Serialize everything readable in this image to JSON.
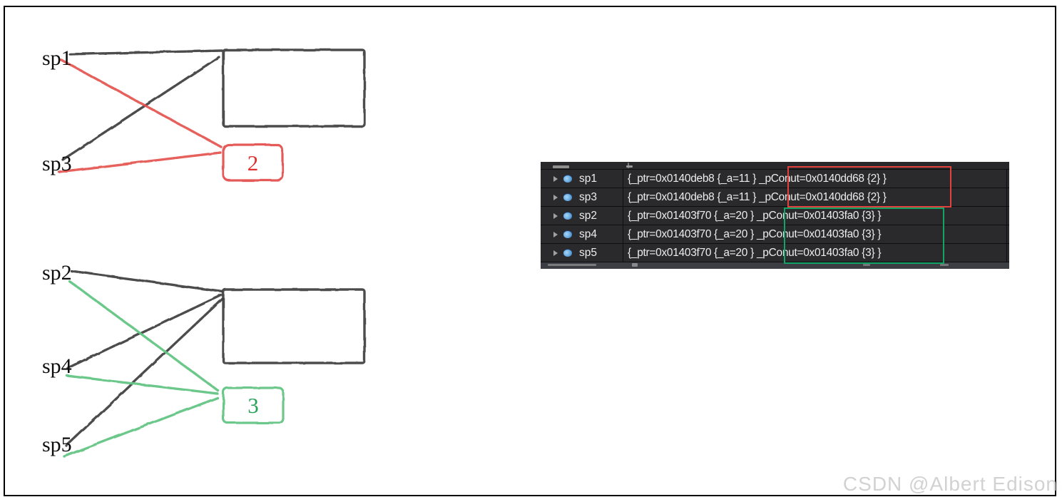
{
  "diagram": {
    "top_group": {
      "pointers": [
        "sp1",
        "sp3"
      ],
      "ref_count": "2",
      "line_color": "#3e3e3e",
      "accent_color": "#e4514f"
    },
    "bottom_group": {
      "pointers": [
        "sp2",
        "sp4",
        "sp5"
      ],
      "ref_count": "3",
      "line_color": "#3e3e3e",
      "accent_color": "#62c584"
    }
  },
  "watch_table": {
    "rows": [
      {
        "name": "sp1",
        "value": "{_ptr=0x0140deb8 {_a=11 } _pConut=0x0140dd68 {2} }"
      },
      {
        "name": "sp3",
        "value": "{_ptr=0x0140deb8 {_a=11 } _pConut=0x0140dd68 {2} }"
      },
      {
        "name": "sp2",
        "value": "{_ptr=0x01403f70 {_a=20 } _pConut=0x01403fa0 {3} }"
      },
      {
        "name": "sp4",
        "value": "{_ptr=0x01403f70 {_a=20 } _pConut=0x01403fa0 {3} }"
      },
      {
        "name": "sp5",
        "value": "{_ptr=0x01403f70 {_a=20 } _pConut=0x01403fa0 {3} }"
      }
    ],
    "highlight_red": "#e2413d",
    "highlight_green": "#10a565",
    "background": "#2a2a2c"
  },
  "watermark": "CSDN @Albert Edison"
}
